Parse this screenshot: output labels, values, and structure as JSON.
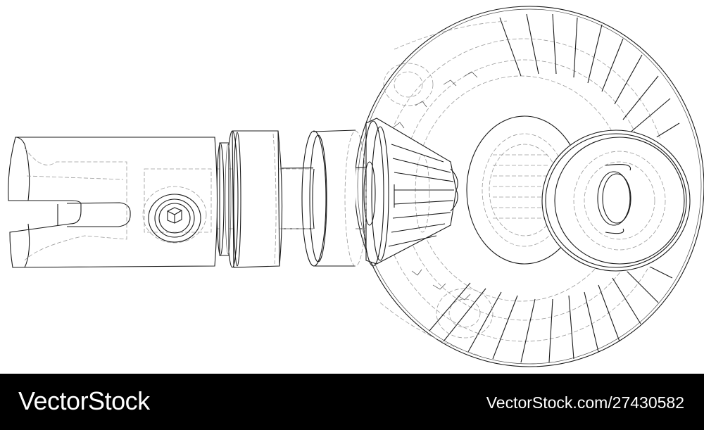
{
  "illustration": {
    "subject": "Technical wireframe line drawing of a bevel pinion shaft assembly with coupling, bearings, and ring gear",
    "line_color": "#1a1a1a",
    "hidden_line_color": "#9a9a9a",
    "background": "#ffffff"
  },
  "watermark": {
    "brand": "VectorStock",
    "image_id": "VectorStock.com/27430582",
    "bar_color": "#000000",
    "text_color": "#ffffff"
  }
}
